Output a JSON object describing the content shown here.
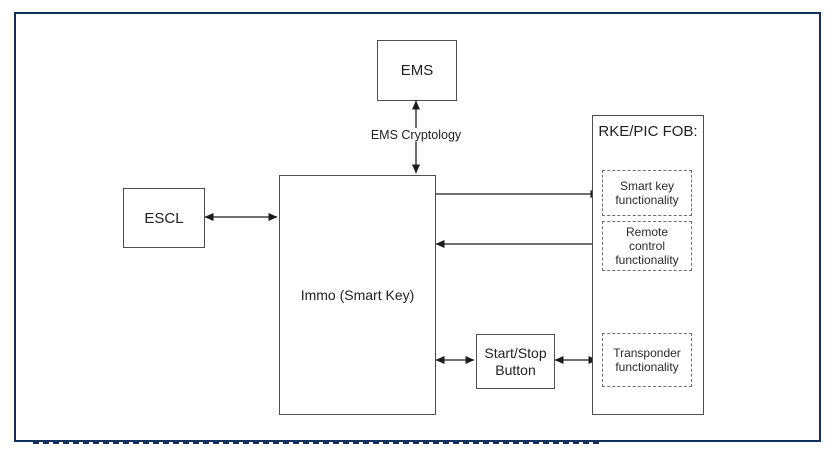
{
  "diagram": {
    "nodes": {
      "ems": {
        "label": "EMS"
      },
      "escl": {
        "label": "ESCL"
      },
      "immo": {
        "label": "Immo (Smart Key)"
      },
      "start_stop": {
        "line1": "Start/Stop",
        "line2": "Button"
      },
      "rke_fob": {
        "title": "RKE/PIC FOB:"
      },
      "smart_key": {
        "line1": "Smart key",
        "line2": "functionality"
      },
      "remote": {
        "line1": "Remote",
        "line2": "control",
        "line3": "functionality"
      },
      "transponder": {
        "line1": "Transponder",
        "line2": "functionality"
      }
    },
    "edge_labels": {
      "ems_immo": "EMS Cryptology"
    },
    "colors": {
      "frame_border": "#14305c",
      "box_border": "#4e4e4e",
      "dashed_border": "#6f6f6f",
      "arrow": "#1c1c1c",
      "text": "#222222",
      "background": "#ffffff"
    }
  }
}
